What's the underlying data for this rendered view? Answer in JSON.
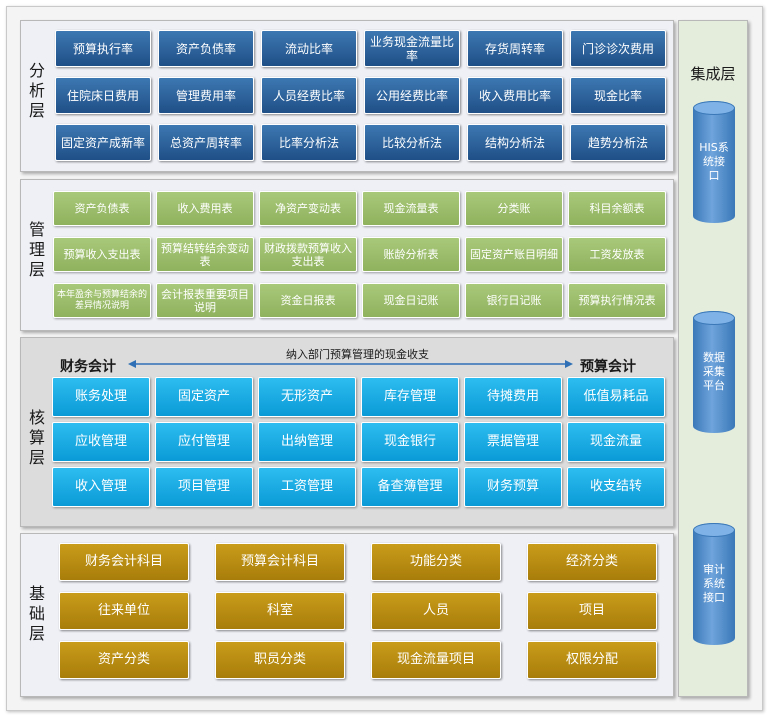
{
  "layers": {
    "analysis": {
      "label": "分析层",
      "rows": [
        [
          "预算执行率",
          "资产负债率",
          "流动比率",
          "业务现金流量比率",
          "存货周转率",
          "门诊诊次费用"
        ],
        [
          "住院床日费用",
          "管理费用率",
          "人员经费比率",
          "公用经费比率",
          "收入费用比率",
          "现金比率"
        ],
        [
          "固定资产成新率",
          "总资产周转率",
          "比率分析法",
          "比较分析法",
          "结构分析法",
          "趋势分析法"
        ]
      ]
    },
    "management": {
      "label": "管理层",
      "rows": [
        [
          "资产负债表",
          "收入费用表",
          "净资产变动表",
          "现金流量表",
          "分类账",
          "科目余额表"
        ],
        [
          "预算收入支出表",
          "预算结转结余变动表",
          "财政拨款预算收入支出表",
          "账龄分析表",
          "固定资产账目明细",
          "工资发放表"
        ],
        [
          "本年盈余与预算结余的差异情况说明",
          "会计报表重要项目说明",
          "资金日报表",
          "现金日记账",
          "银行日记账",
          "预算执行情况表"
        ]
      ]
    },
    "accounting": {
      "label": "核算层",
      "left_title": "财务会计",
      "right_title": "预算会计",
      "note": "纳入部门预算管理的现金收支",
      "rows": [
        [
          "账务处理",
          "固定资产",
          "无形资产",
          "库存管理",
          "待摊费用",
          "低值易耗品"
        ],
        [
          "应收管理",
          "应付管理",
          "出纳管理",
          "现金银行",
          "票据管理",
          "现金流量"
        ],
        [
          "收入管理",
          "项目管理",
          "工资管理",
          "备查簿管理",
          "财务预算",
          "收支结转"
        ]
      ]
    },
    "foundation": {
      "label": "基础层",
      "rows": [
        [
          "财务会计科目",
          "预算会计科目",
          "功能分类",
          "经济分类"
        ],
        [
          "往来单位",
          "科室",
          "人员",
          "项目"
        ],
        [
          "资产分类",
          "职员分类",
          "现金流量项目",
          "权限分配"
        ]
      ]
    }
  },
  "integration": {
    "title": "集成层",
    "components": [
      "HIS系统接口",
      "数据采集平台",
      "审计系统接口"
    ]
  },
  "colors": {
    "analysis": "#2a5f99",
    "management": "#9dbe6c",
    "accounting": "#16a8e3",
    "foundation": "#b8890f",
    "cylinder": "#4a86c4"
  }
}
